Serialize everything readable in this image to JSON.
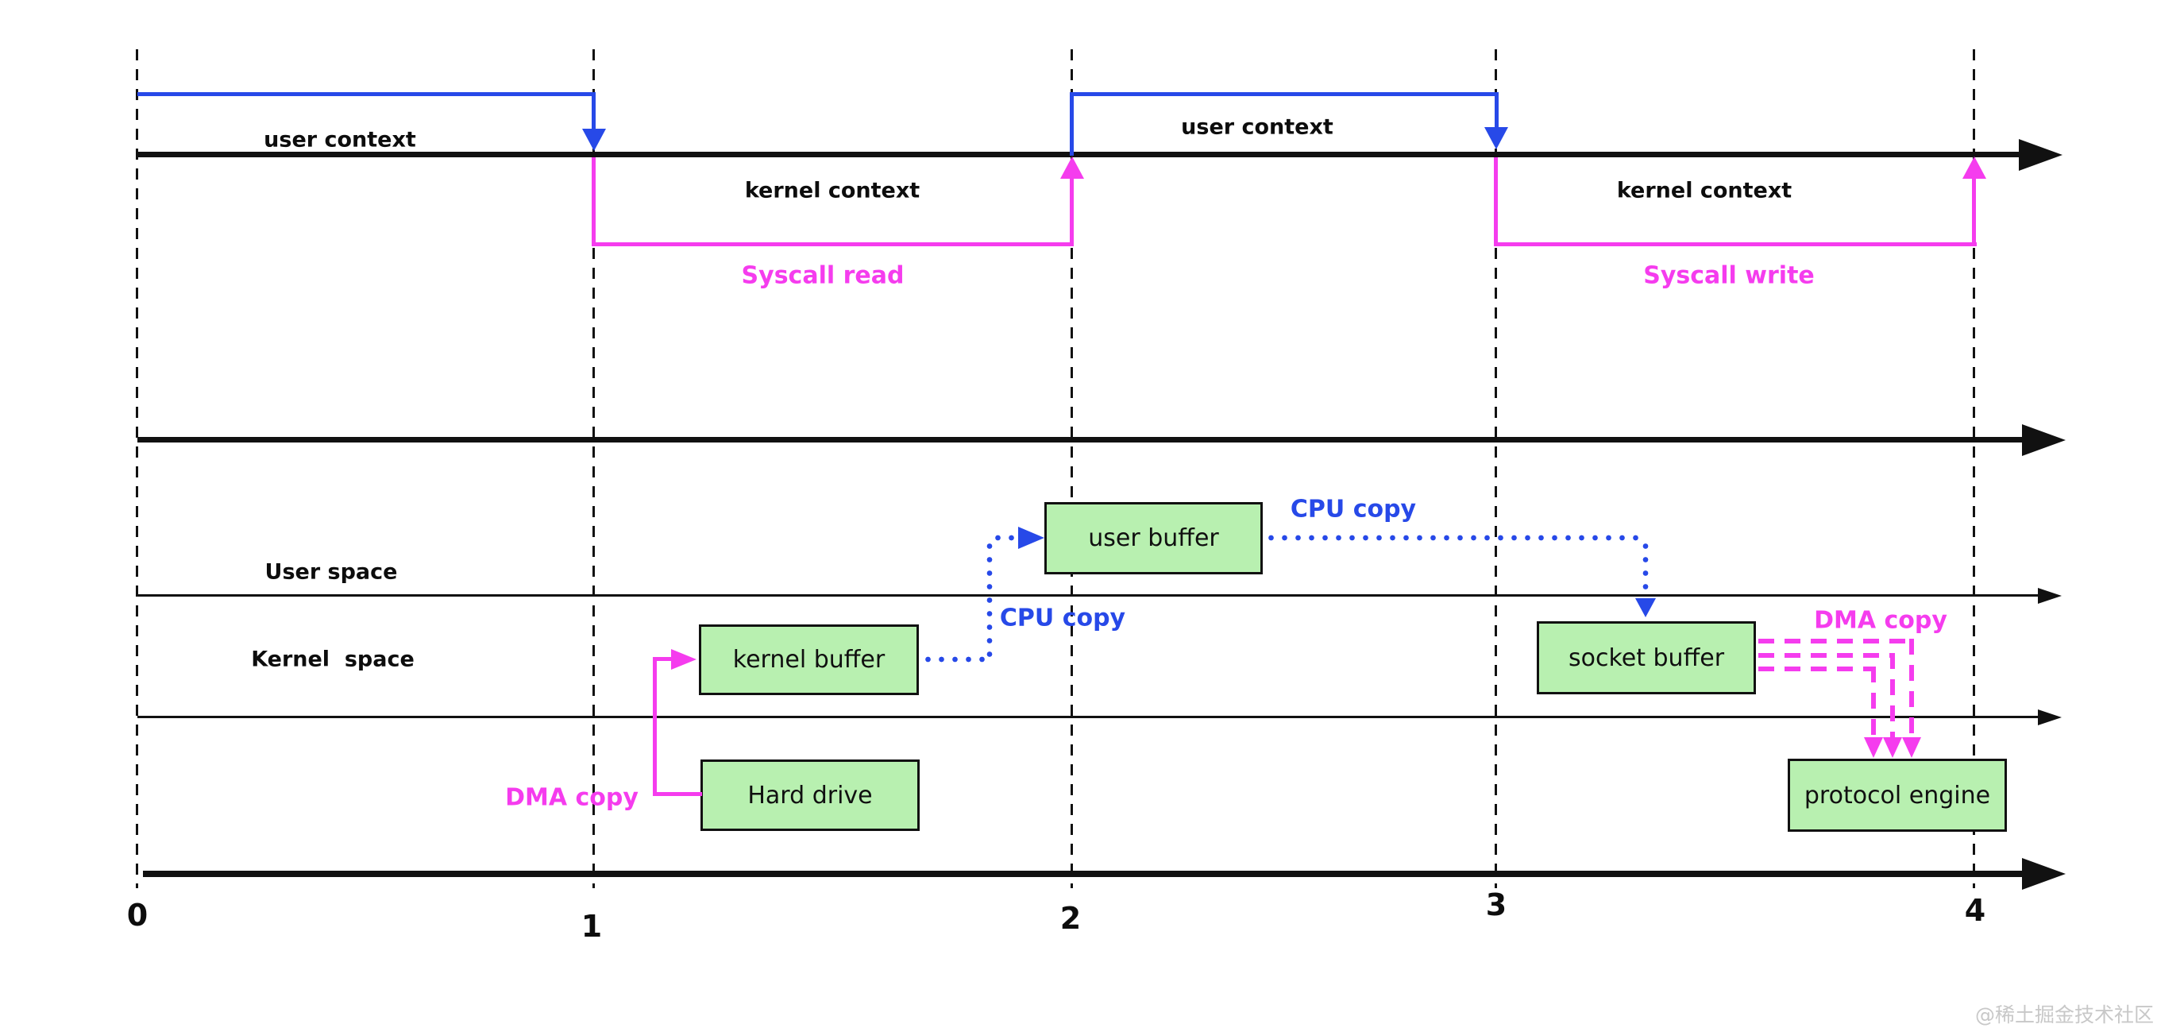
{
  "colors": {
    "ink": "#111111",
    "blue": "#2749e8",
    "magenta": "#f53cee",
    "green_fill": "#b8f0b0",
    "watermark_gray": "#c8c8c8"
  },
  "context_band": {
    "user_context_1": "user context",
    "kernel_context_1": "kernel context",
    "syscall_read": "Syscall read",
    "user_context_2": "user context",
    "kernel_context_2": "kernel context",
    "syscall_write": "Syscall write"
  },
  "spaces": {
    "user_space": "User space",
    "kernel_space": "Kernel  space"
  },
  "boxes": {
    "user_buffer": "user buffer",
    "kernel_buffer": "kernel buffer",
    "hard_drive": "Hard drive",
    "socket_buffer": "socket buffer",
    "protocol_engine": "protocol engine"
  },
  "copies": {
    "cpu_copy_user": "CPU copy",
    "cpu_copy_kernel": "CPU copy",
    "dma_copy_read": "DMA copy",
    "dma_copy_write": "DMA copy"
  },
  "axis": {
    "ticks": [
      "0",
      "1",
      "2",
      "3",
      "4"
    ]
  },
  "watermark": "@稀土掘金技术社区"
}
